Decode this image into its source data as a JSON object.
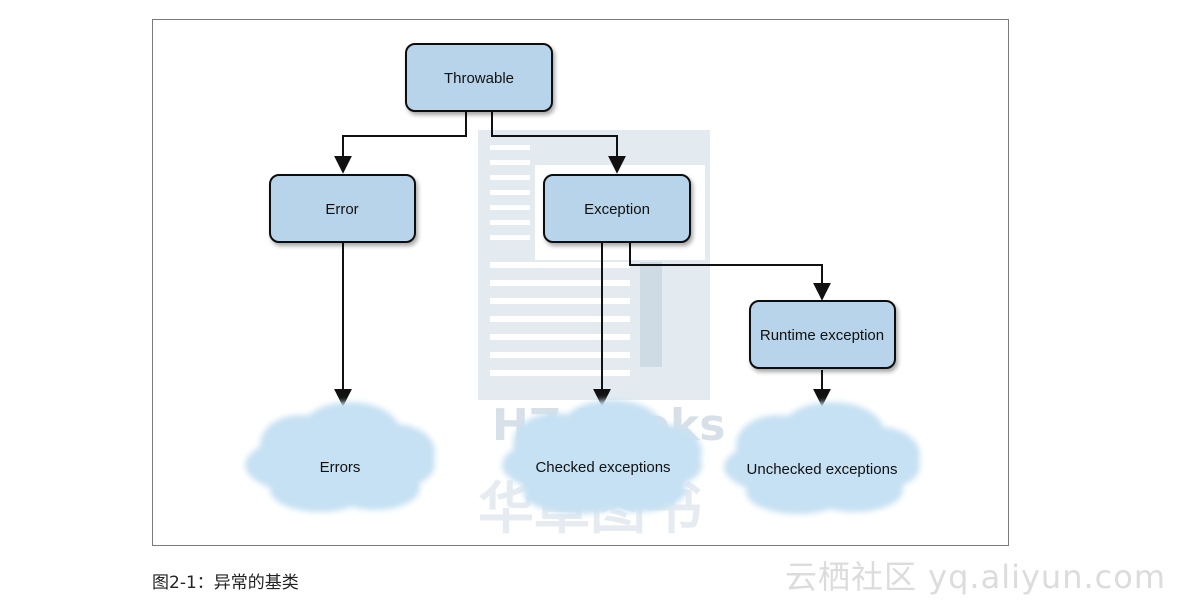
{
  "diagram": {
    "nodes": {
      "throwable": "Throwable",
      "error": "Error",
      "exception": "Exception",
      "runtime_exception": "Runtime exception"
    },
    "clouds": {
      "errors": "Errors",
      "checked": "Checked exceptions",
      "unchecked": "Unchecked exceptions"
    },
    "colors": {
      "box_fill": "#b8d4ea",
      "box_stroke": "#111111",
      "cloud_fill": "#c6e1f3",
      "arrow": "#111111",
      "watermark": "#dbe4ec"
    }
  },
  "watermark": {
    "logo_text": "HZ Books",
    "logo_cn": "华章图书"
  },
  "caption": "图2-1：异常的基类",
  "site_watermark": "云栖社区 yq.aliyun.com"
}
